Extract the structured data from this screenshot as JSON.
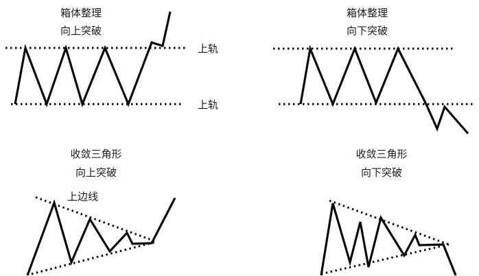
{
  "panels": {
    "box_up": {
      "title_line1": "箱体整理",
      "title_line2": "向上突破",
      "upper_label": "上轨",
      "lower_label": "上轨"
    },
    "box_down": {
      "title_line1": "箱体整理",
      "title_line2": "向下突破"
    },
    "tri_up": {
      "title_line1": "收敛三角形",
      "title_line2": "向上突破",
      "edge_label": "上边线"
    },
    "tri_down": {
      "title_line1": "收敛三角形",
      "title_line2": "向下突破"
    }
  },
  "colors": {
    "line": "#0a0a0a",
    "text": "#1a1a1a",
    "background": "#ffffff"
  }
}
